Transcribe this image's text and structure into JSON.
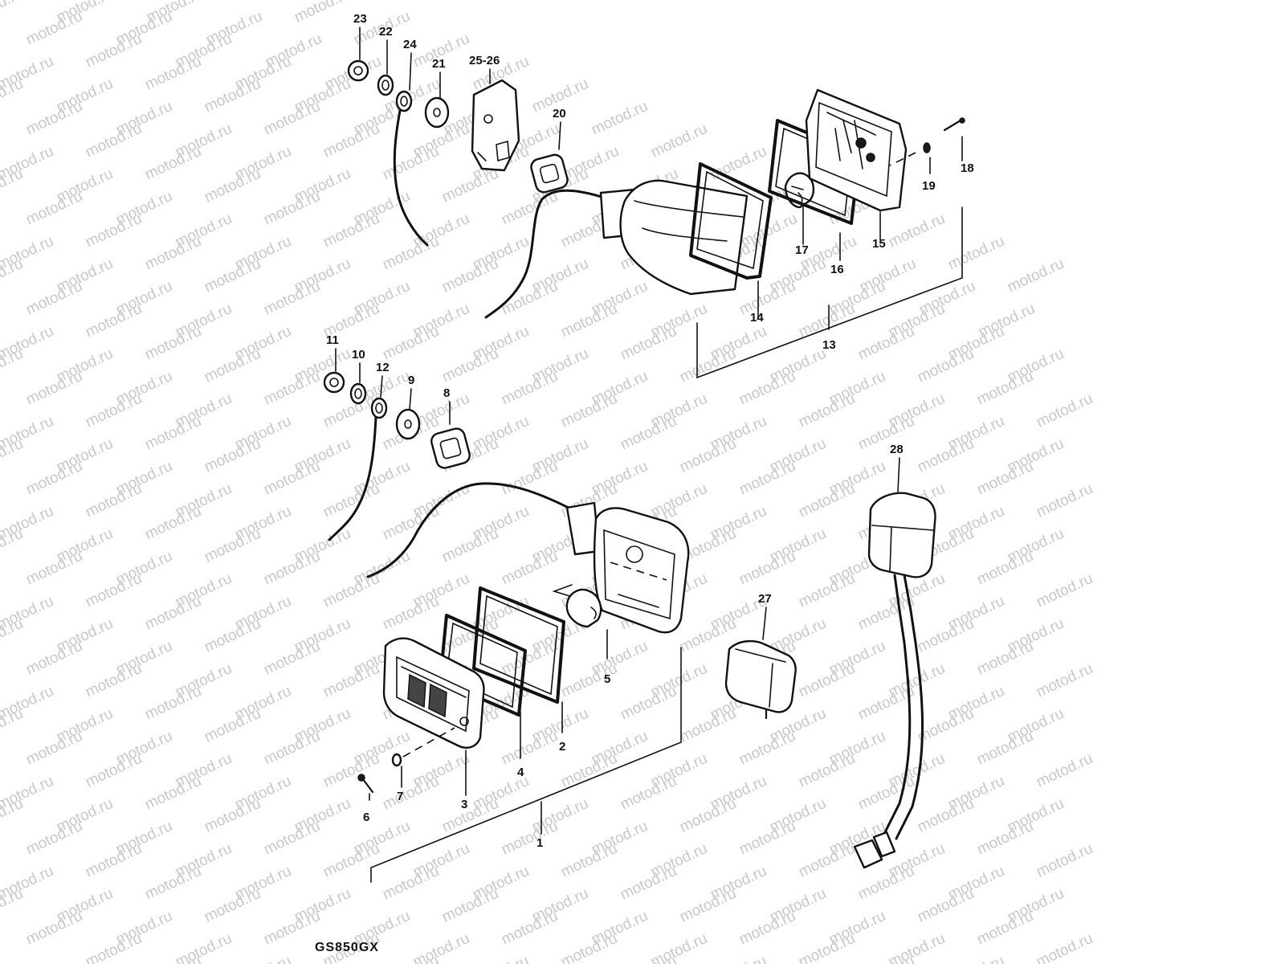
{
  "watermark": "motod.ru",
  "model_code": "GS850GX",
  "callouts": {
    "p1": "1",
    "p2": "2",
    "p3": "3",
    "p4": "4",
    "p5": "5",
    "p6": "6",
    "p7": "7",
    "p8": "8",
    "p9": "9",
    "p10": "10",
    "p11": "11",
    "p12": "12",
    "p13": "13",
    "p14": "14",
    "p15": "15",
    "p16": "16",
    "p17": "17",
    "p18": "18",
    "p19": "19",
    "p20": "20",
    "p21": "21",
    "p22": "22",
    "p23": "23",
    "p24": "24",
    "p25_26": "25-26",
    "p27": "27",
    "p28": "28"
  }
}
